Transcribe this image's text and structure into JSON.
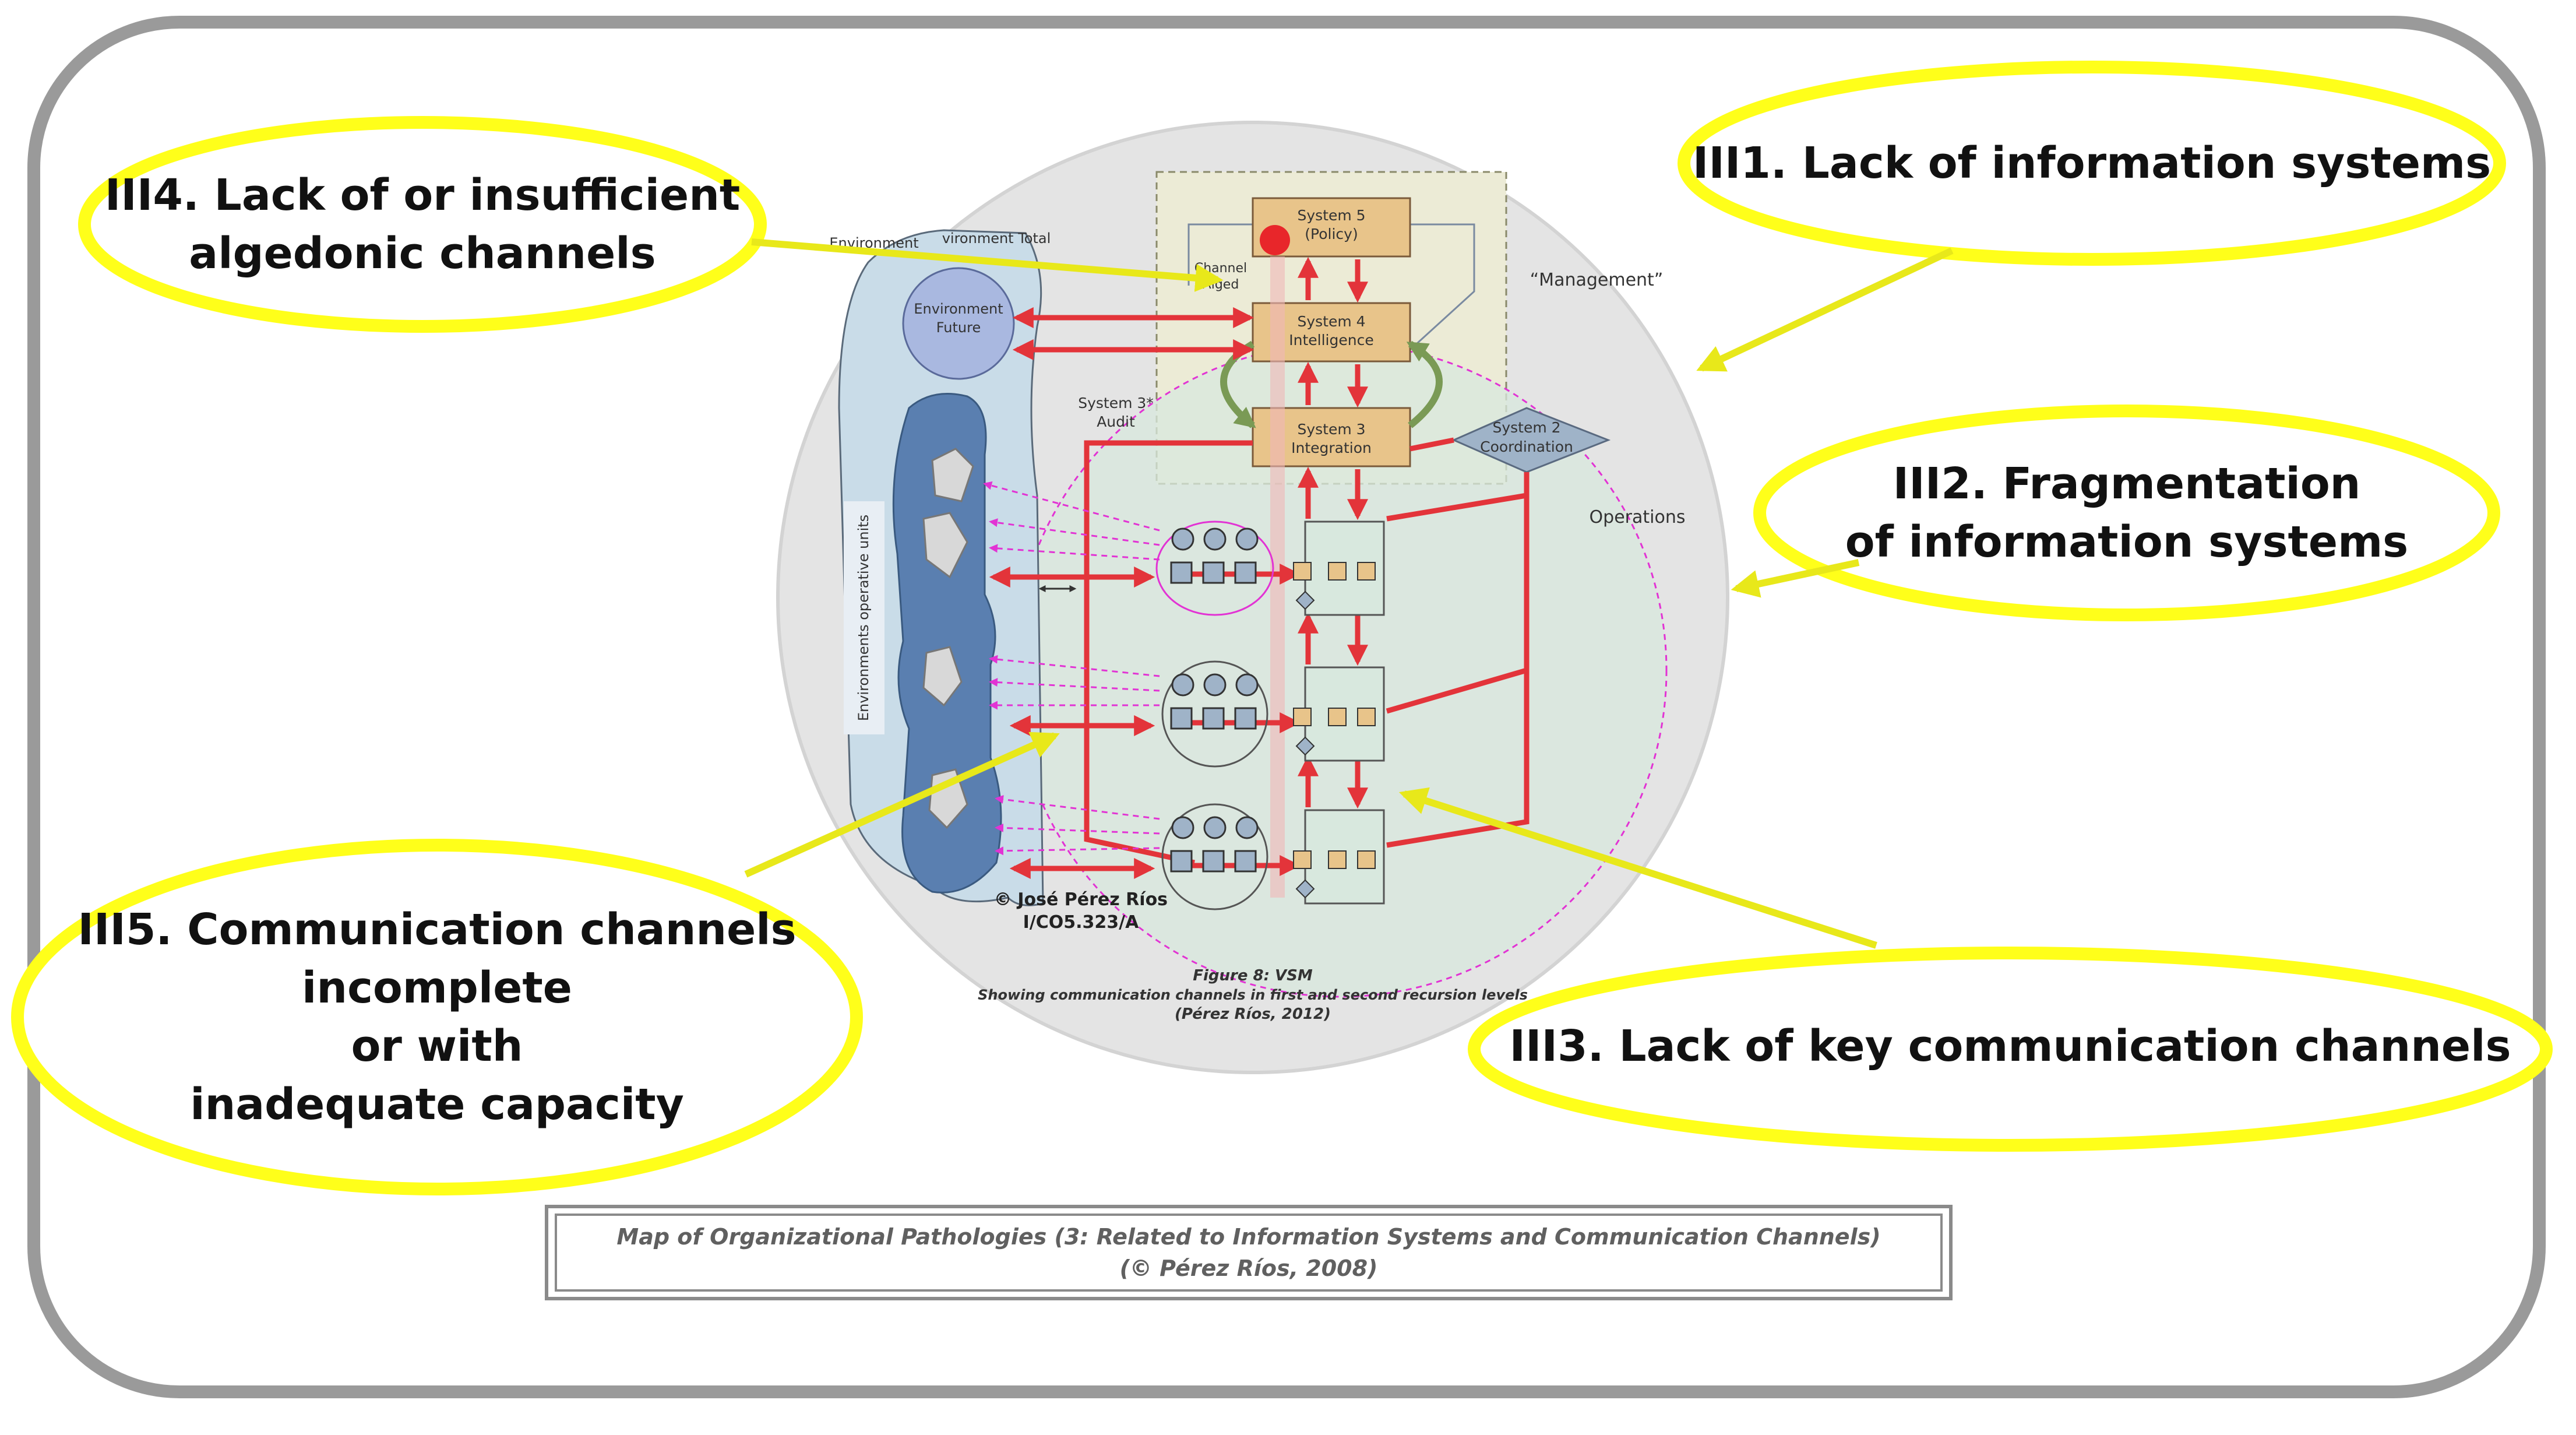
{
  "colors": {
    "frame_border": "#9a9a9a",
    "callout_border": "#ffff1a",
    "arrow": "#e8e81a",
    "channel_red": "#e3343a",
    "algedonic_magenta": "#e233d4",
    "box_fill": "#e8c48a",
    "environment_blue": "#5a7fb0",
    "diagram_circle": "#e4e4e4"
  },
  "callouts": {
    "iii1": {
      "lines": [
        "III1. Lack of information systems"
      ]
    },
    "iii2": {
      "lines": [
        "III2. Fragmentation",
        "of information systems"
      ]
    },
    "iii3": {
      "lines": [
        "III3. Lack of key communication channels"
      ]
    },
    "iii4": {
      "lines": [
        "III4. Lack of or insufficient",
        "algedonic channels"
      ]
    },
    "iii5": {
      "lines": [
        "III5. Communication channels",
        "incomplete",
        "or with",
        "inadequate capacity"
      ]
    }
  },
  "vsm": {
    "system5": [
      "System 5",
      "(Policy)"
    ],
    "system4": [
      "System 4",
      "Intelligence"
    ],
    "system3": [
      "System 3",
      "Integration"
    ],
    "system2": [
      "System 2",
      "Coordination"
    ],
    "system3star": [
      "System 3*",
      "Audit"
    ],
    "management_label": "“Management”",
    "operations_label": "Operations",
    "environment_top": "Environment",
    "environment_total": "vironment Total",
    "environment_future": [
      "Environment",
      "Future"
    ],
    "environment_units": "Environments operative units",
    "channel_label": [
      "Channel",
      "Alged"
    ],
    "copyright": [
      "© José Pérez Ríos",
      "I/CO5.323/A"
    ],
    "figure_caption": [
      "Figure 8: VSM",
      "Showing communication channels in first and second recursion levels",
      "(Pérez Ríos, 2012)"
    ]
  },
  "caption": {
    "line1": "Map of Organizational Pathologies (3: Related to Information Systems and Communication Channels)",
    "line2": "(© Pérez Ríos, 2008)"
  }
}
